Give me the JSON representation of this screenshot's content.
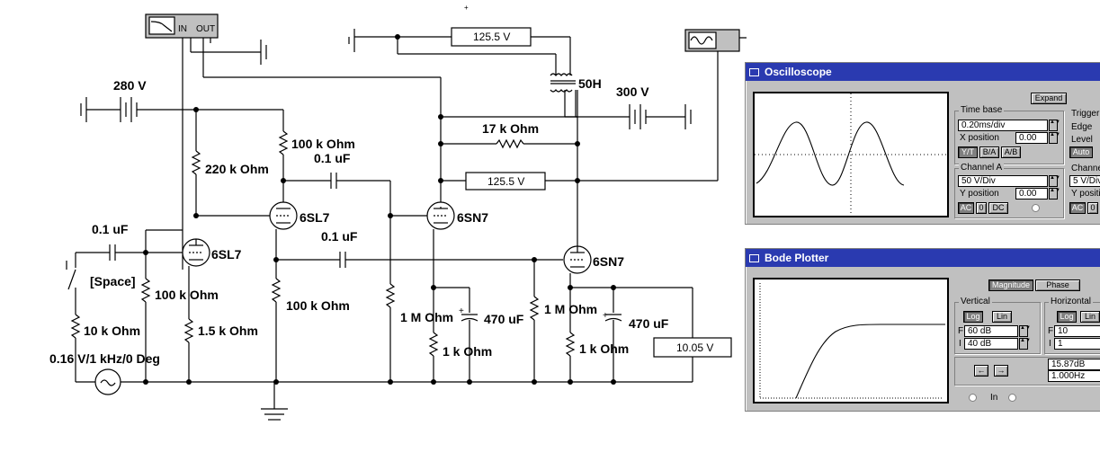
{
  "schematic": {
    "labels": {
      "supply_280": "280 V",
      "supply_300": "300 V",
      "choke": "50H",
      "r_100k_top": "100 k Ohm",
      "r_220k": "220 k Ohm",
      "c_01_top": "0.1 uF",
      "c_01_in": "0.1 uF",
      "c_01_mid": "0.1 uF",
      "tube_6sl7_a": "6SL7",
      "tube_6sl7_b": "6SL7",
      "tube_6sn7_a": "6SN7",
      "tube_6sn7_b": "6SN7",
      "r_17k": "17 k Ohm",
      "space": "[Space]",
      "r_100k_grid": "100 k Ohm",
      "r_100k_mid": "100 k Ohm",
      "r_1m_a": "1 M Ohm",
      "r_1m_b": "1 M Ohm",
      "c_470_a": "470 uF",
      "c_470_b": "470 uF",
      "r_1k_a": "1 k Ohm",
      "r_1k_b": "1 k Ohm",
      "r_10k": "10 k Ohm",
      "r_15k": "1.5 k Ohm",
      "source": "0.16 V/1 kHz/0 Deg"
    },
    "meters": {
      "top": "125.5   V",
      "mid": "125.5   V",
      "out": "10.05   V"
    },
    "bode_icon": {
      "in": "IN",
      "out": "OUT"
    }
  },
  "oscilloscope": {
    "title": "Oscilloscope",
    "expand": "Expand",
    "timebase": {
      "title": "Time base",
      "value": "0.20ms/div",
      "xpos_label": "X position",
      "xpos": "0.00",
      "buttons": [
        "Y/T",
        "B/A",
        "A/B"
      ]
    },
    "trigger": {
      "title": "Trigger",
      "edge": "Edge",
      "level": "Level",
      "auto": "Auto"
    },
    "channel_a": {
      "title": "Channel A",
      "value": "50 V/Div",
      "ypos_label": "Y position",
      "ypos": "0.00",
      "buttons": [
        "AC",
        "0",
        "DC"
      ]
    },
    "channel_b": {
      "title": "Channel B",
      "value": "5 V/Div",
      "ypos_label": "Y position",
      "buttons": [
        "AC",
        "0"
      ]
    }
  },
  "bode": {
    "title": "Bode Plotter",
    "tabs": [
      "Magnitude",
      "Phase"
    ],
    "vertical": {
      "title": "Vertical",
      "log": "Log",
      "lin": "Lin",
      "f_label": "F",
      "f_value": "60 dB",
      "i_label": "I",
      "i_value": "40 dB"
    },
    "horizontal": {
      "title": "Horizontal",
      "log": "Log",
      "lin": "Lin",
      "f_label": "F",
      "f_value": "10",
      "i_label": "I",
      "i_value": "1"
    },
    "readout": {
      "db": "15.87dB",
      "freq": "1.000Hz"
    },
    "arrows": {
      "left": "←",
      "right": "→"
    },
    "io": {
      "in": "In"
    }
  }
}
